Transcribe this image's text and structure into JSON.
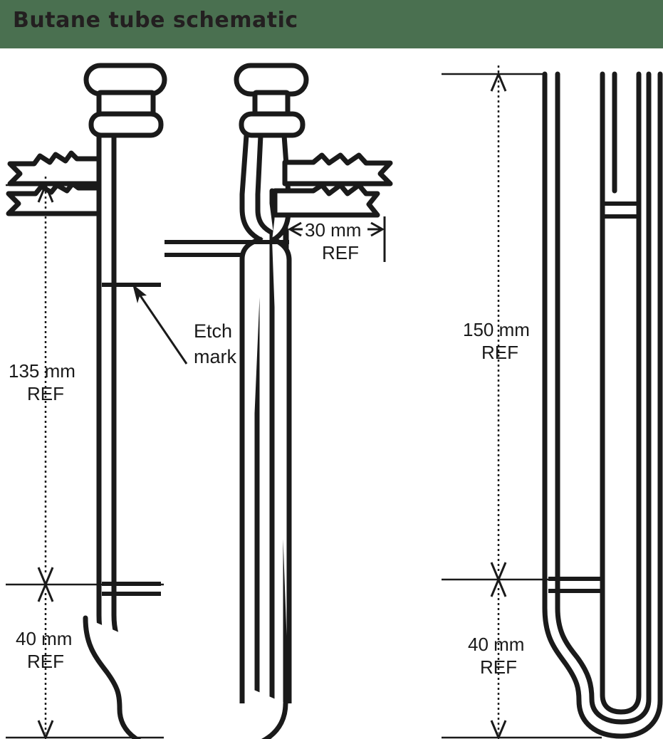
{
  "header": {
    "title": "Butane tube schematic",
    "band_color": "#4a7050",
    "title_color": "#231f20"
  },
  "drawing": {
    "background_color": "#ffffff",
    "line_color": "#1a1a1a",
    "type": "technical-schematic",
    "description": "Two U-shaped butane sampling tube assemblies shown in elevation; left assembly has stopcock caps with barbed hose fittings, right assembly is the bare tube."
  },
  "left_assembly": {
    "name": "butane-tube-with-fittings",
    "parts": [
      "left-stopper-cap",
      "left-collar",
      "left-barbed-fitting",
      "right-stopper-cap",
      "right-collar",
      "right-barbed-fitting",
      "etch-mark-line",
      "u-bend"
    ]
  },
  "right_assembly": {
    "name": "butane-tube-bare",
    "parts": [
      "left-leg",
      "right-leg",
      "cross-bridge",
      "etch-mark-line",
      "u-bend"
    ]
  },
  "annotations": {
    "etch_mark": {
      "line1": "Etch",
      "line2": "mark"
    }
  },
  "dimensions": {
    "width_30": {
      "value": "30 mm",
      "ref": "REF"
    },
    "left_upper": {
      "value": "135 mm",
      "ref": "REF"
    },
    "left_lower": {
      "value": "40 mm",
      "ref": "REF"
    },
    "right_upper": {
      "value": "150 mm",
      "ref": "REF"
    },
    "right_lower": {
      "value": "40 mm",
      "ref": "REF"
    }
  }
}
